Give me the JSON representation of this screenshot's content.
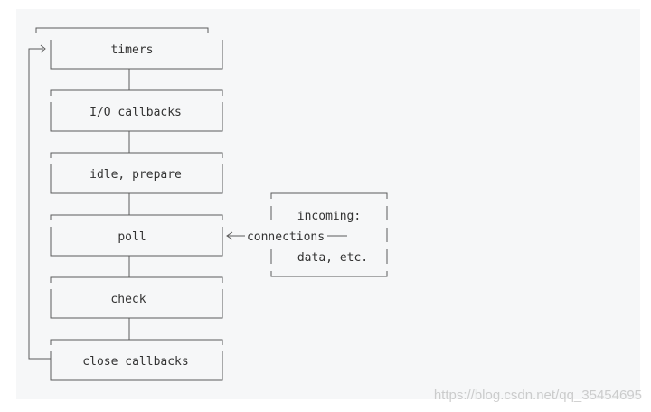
{
  "phases": [
    {
      "id": "timers",
      "label": "timers"
    },
    {
      "id": "io-callbacks",
      "label": "I/O callbacks"
    },
    {
      "id": "idle-prepare",
      "label": "idle, prepare"
    },
    {
      "id": "poll",
      "label": "poll"
    },
    {
      "id": "check",
      "label": "check"
    },
    {
      "id": "close-callbacks",
      "label": "close callbacks"
    }
  ],
  "incoming": {
    "line1": "incoming:",
    "line2": "data, etc."
  },
  "connections_label": "connections",
  "watermark": "https://blog.csdn.net/qq_35454695"
}
